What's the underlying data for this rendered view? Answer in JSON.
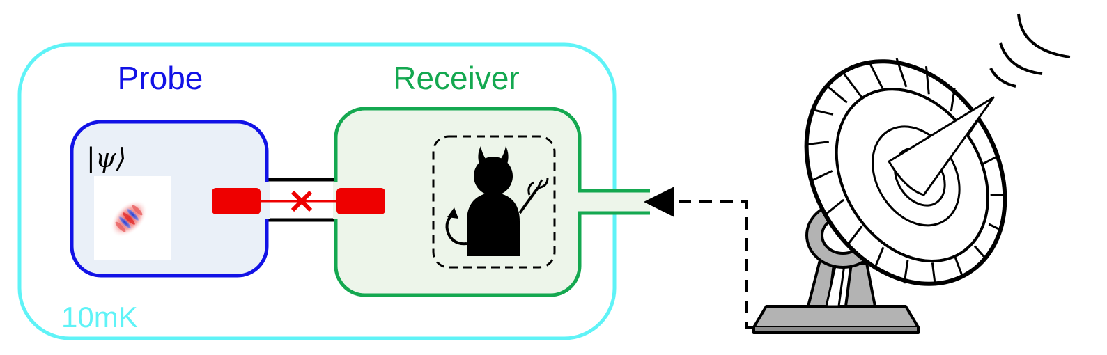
{
  "labels": {
    "probe": "Probe",
    "receiver": "Receiver",
    "temperature": "10mK",
    "state": "|ψ⟩"
  },
  "colors": {
    "fridge": "#5ff3f7",
    "probe": "#1212e6",
    "probe_fill": "#eaf0f8",
    "receiver": "#14a850",
    "receiver_fill": "#edf5ea",
    "coupler": "#ee0000",
    "dish_gray": "#b3b3b3"
  },
  "icons": {
    "demon": "devil-silhouette",
    "antenna": "satellite-dish",
    "coupler": "coupler-cross-mark"
  }
}
